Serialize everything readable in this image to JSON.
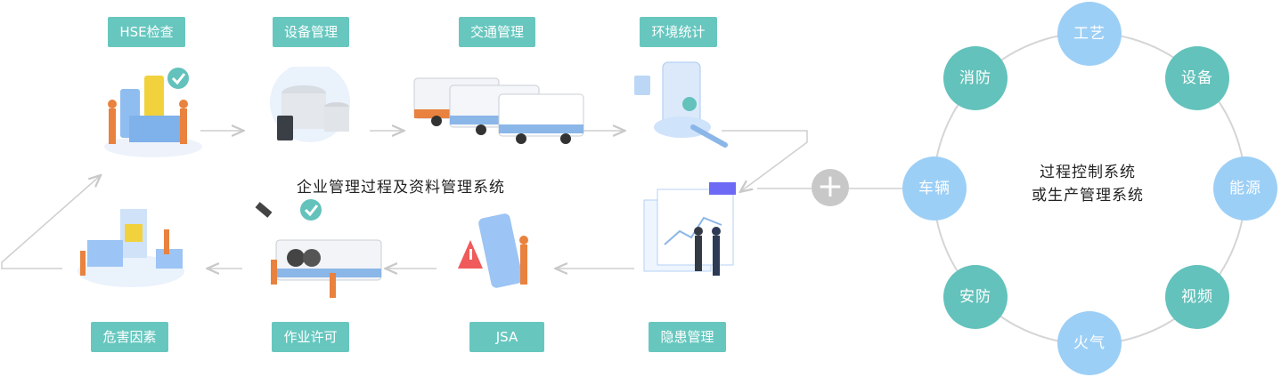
{
  "flow": {
    "title": "企业管理过程及资料管理系统",
    "steps": [
      {
        "label": "HSE检查"
      },
      {
        "label": "设备管理"
      },
      {
        "label": "交通管理"
      },
      {
        "label": "环境统计"
      },
      {
        "label": "隐患管理"
      },
      {
        "label": "JSA"
      },
      {
        "label": "作业许可"
      },
      {
        "label": "危害因素"
      }
    ]
  },
  "connector": {
    "symbol": "+"
  },
  "cycle": {
    "center_line1": "过程控制系统",
    "center_line2": "或生产管理系统",
    "nodes": [
      {
        "label": "工艺"
      },
      {
        "label": "设备"
      },
      {
        "label": "能源"
      },
      {
        "label": "视频"
      },
      {
        "label": "火气"
      },
      {
        "label": "安防"
      },
      {
        "label": "车辆"
      },
      {
        "label": "消防"
      }
    ]
  },
  "colors": {
    "teal": "#63c2bb",
    "blue": "#9ccff6",
    "orange": "#e8823e",
    "line": "#cfcfcf"
  }
}
